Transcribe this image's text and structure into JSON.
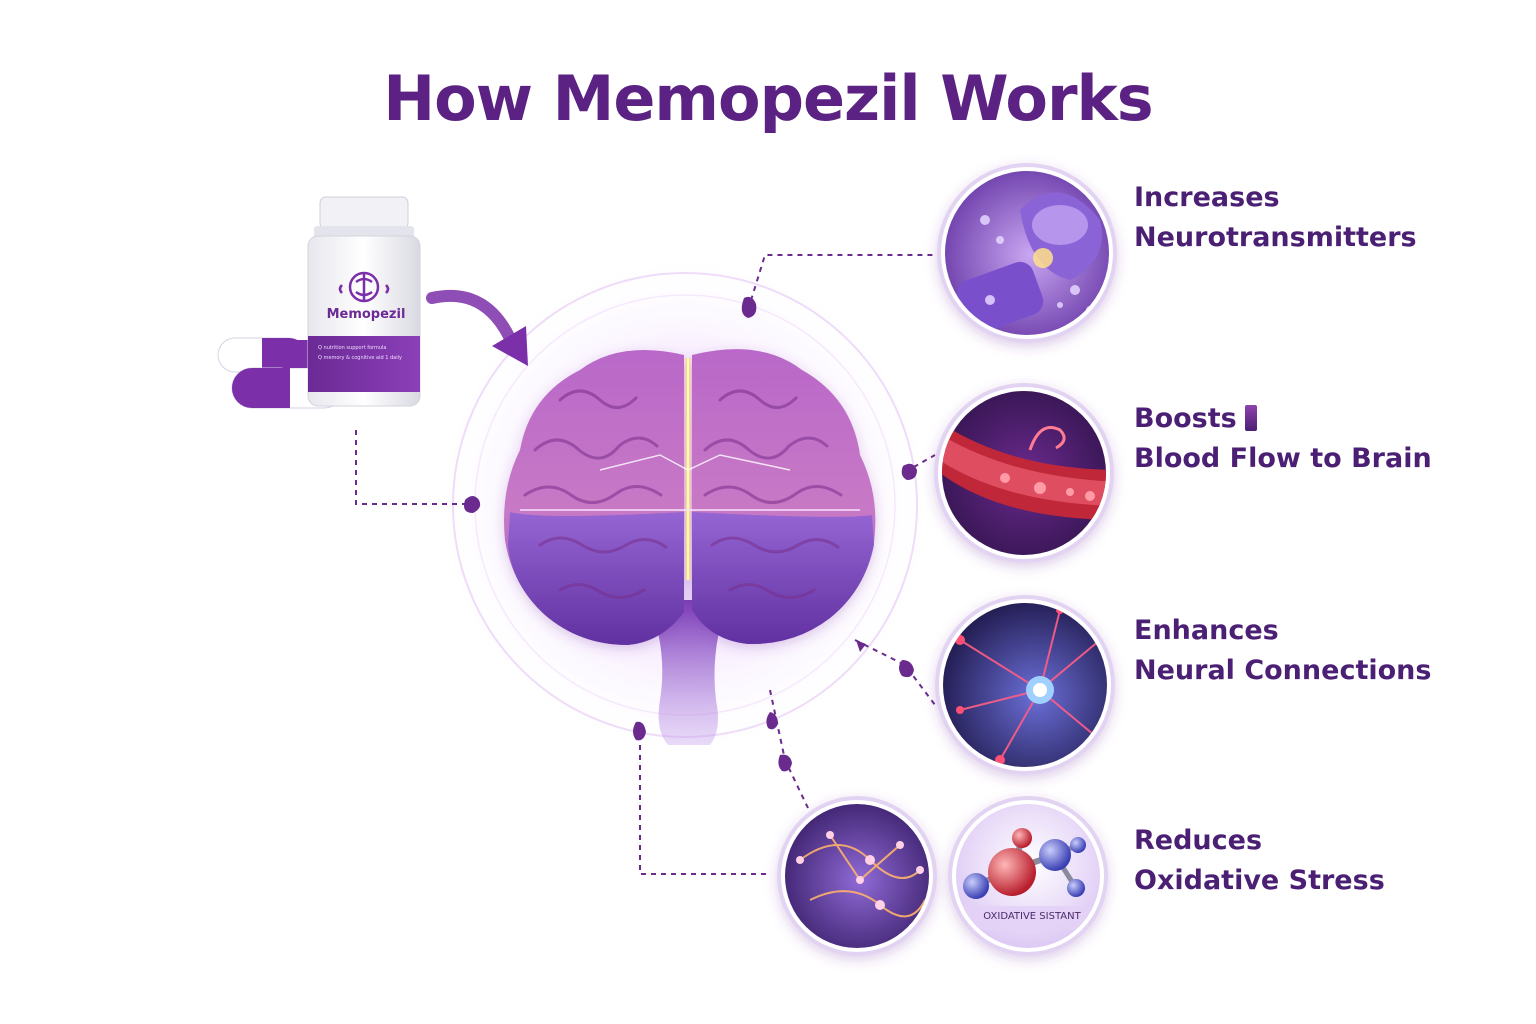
{
  "title": "How Memopezil Works",
  "product": {
    "brand": "Memopezil",
    "fine_print_1": "Q  nutrition support formula",
    "fine_print_2": "Q  memory & cognitive aid  1 daily"
  },
  "benefits": [
    {
      "line1": "Increases",
      "line2": "Neurotransmitters",
      "icon": "synapse-icon"
    },
    {
      "line1": "Boosts",
      "line2": "Blood Flow to Brain",
      "icon": "blood-vessel-icon"
    },
    {
      "line1": "Enhances",
      "line2": "Neural Connections",
      "icon": "neuron-network-icon"
    },
    {
      "line1": "Reduces",
      "line2": "Oxidative Stress",
      "icon": "molecule-icon"
    }
  ],
  "antioxidant_label": "OXIDATIVE SISTANT",
  "colors": {
    "title": "#5b2283",
    "text": "#4a1f74",
    "accent": "#7b2fa8",
    "connector": "#6a2a8e"
  }
}
